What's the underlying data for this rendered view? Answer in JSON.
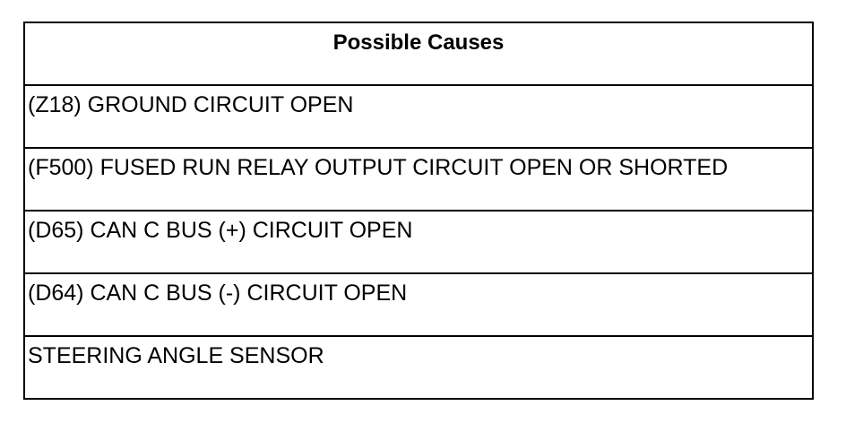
{
  "table": {
    "header": "Possible Causes",
    "rows": [
      "(Z18) GROUND CIRCUIT OPEN",
      "(F500) FUSED RUN RELAY OUTPUT CIRCUIT OPEN OR SHORTED",
      "(D65) CAN C BUS (+) CIRCUIT OPEN",
      "(D64) CAN C BUS (-) CIRCUIT OPEN",
      "STEERING ANGLE SENSOR"
    ]
  }
}
